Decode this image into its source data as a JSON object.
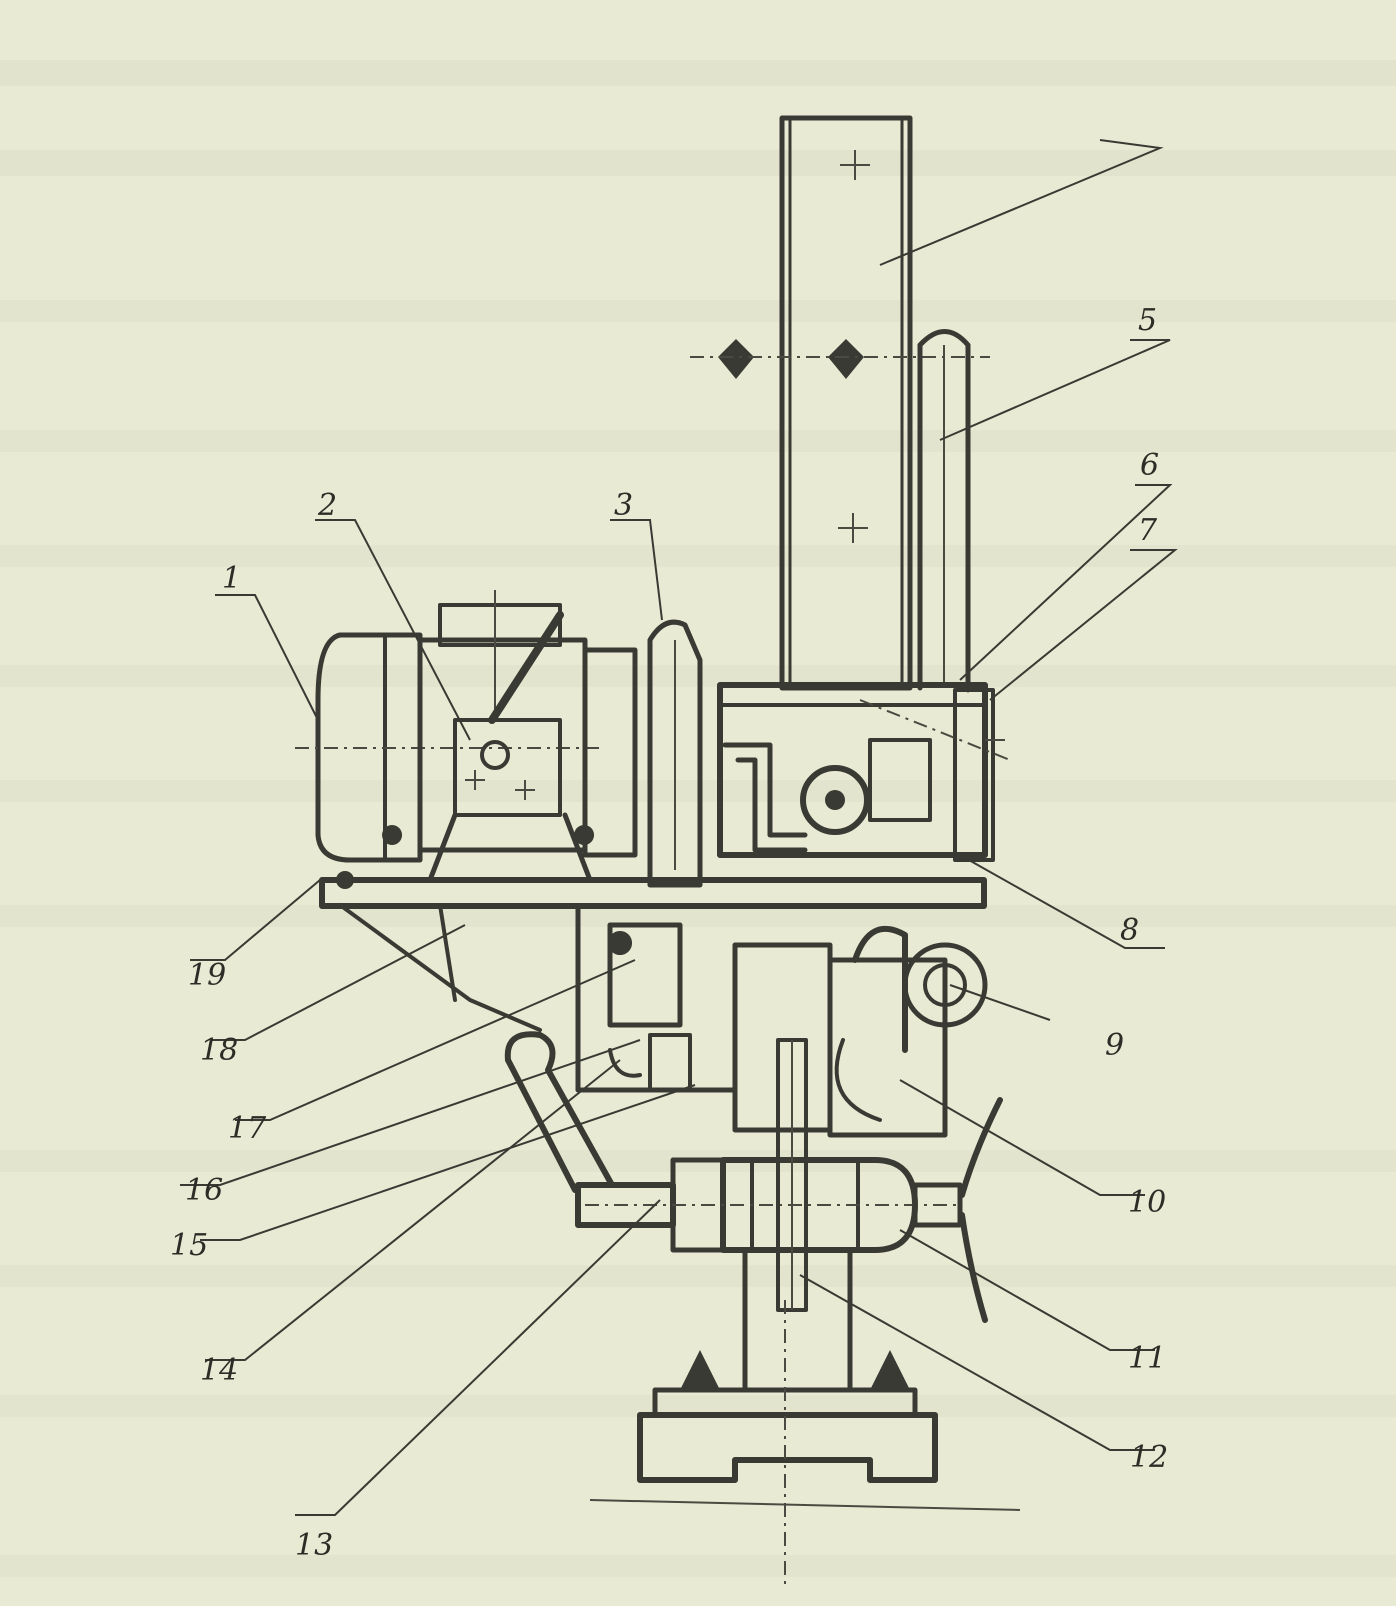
{
  "labels": {
    "l1": "1",
    "l2": "2",
    "l3": "3",
    "l5": "5",
    "l6": "6",
    "l7": "7",
    "l8": "8",
    "l9": "9",
    "l10": "10",
    "l11": "11",
    "l12": "12",
    "l13": "13",
    "l14": "14",
    "l15": "15",
    "l16": "16",
    "l17": "17",
    "l18": "18",
    "l19": "19"
  },
  "colors": {
    "paper": "#e9ead3",
    "ink": "#3a3a34"
  }
}
